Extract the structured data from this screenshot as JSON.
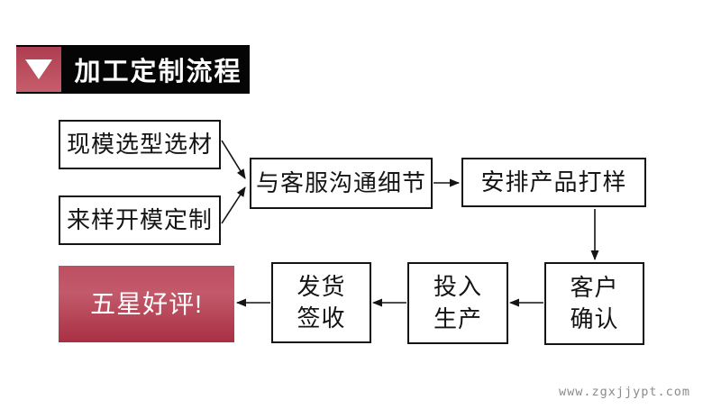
{
  "header": {
    "title": "加工定制流程",
    "marker_icon": "triangle-down"
  },
  "steps": {
    "existing_mold": {
      "label": "现模选型选材"
    },
    "sample_mold": {
      "label": "来样开模定制"
    },
    "customer_service": {
      "label": "与客服沟通细节"
    },
    "arrange_sampling": {
      "label": "安排产品打样"
    },
    "customer_confirm": {
      "line1": "客户",
      "line2": "确认"
    },
    "production": {
      "line1": "投入",
      "line2": "生产"
    },
    "ship_sign": {
      "line1": "发货",
      "line2": "签收"
    },
    "five_star": {
      "label": "五星好评!"
    }
  },
  "connections": [
    {
      "from": "existing_mold",
      "to": "customer_service"
    },
    {
      "from": "sample_mold",
      "to": "customer_service"
    },
    {
      "from": "customer_service",
      "to": "arrange_sampling"
    },
    {
      "from": "arrange_sampling",
      "to": "customer_confirm"
    },
    {
      "from": "customer_confirm",
      "to": "production"
    },
    {
      "from": "production",
      "to": "ship_sign"
    },
    {
      "from": "ship_sign",
      "to": "five_star"
    }
  ],
  "watermark": {
    "text": "www.zgxjjypt.com"
  },
  "colors": {
    "header_bg": "#050505",
    "accent_red_light": "#c75e6c",
    "accent_red_dark": "#a93043",
    "box_border": "#141414",
    "watermark_gray": "#8b8b8b"
  }
}
